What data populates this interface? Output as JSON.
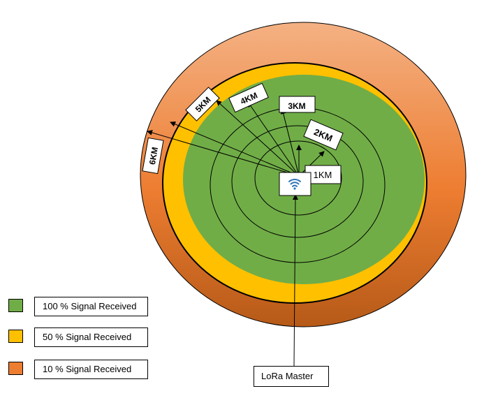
{
  "colors": {
    "full_signal": "#70ad47",
    "half_signal": "#ffc000",
    "low_signal": "#ed7d31"
  },
  "icons": {
    "center": "wifi-icon"
  },
  "distance_labels": [
    "1KM",
    "2KM",
    "3KM",
    "4KM",
    "5KM",
    "6KM"
  ],
  "legend": [
    {
      "label": "100 % Signal Received",
      "color": "#70ad47"
    },
    {
      "label": "50 % Signal Received",
      "color": "#ffc000"
    },
    {
      "label": "10 % Signal Received",
      "color": "#ed7d31"
    }
  ],
  "master_label": "LoRa Master"
}
